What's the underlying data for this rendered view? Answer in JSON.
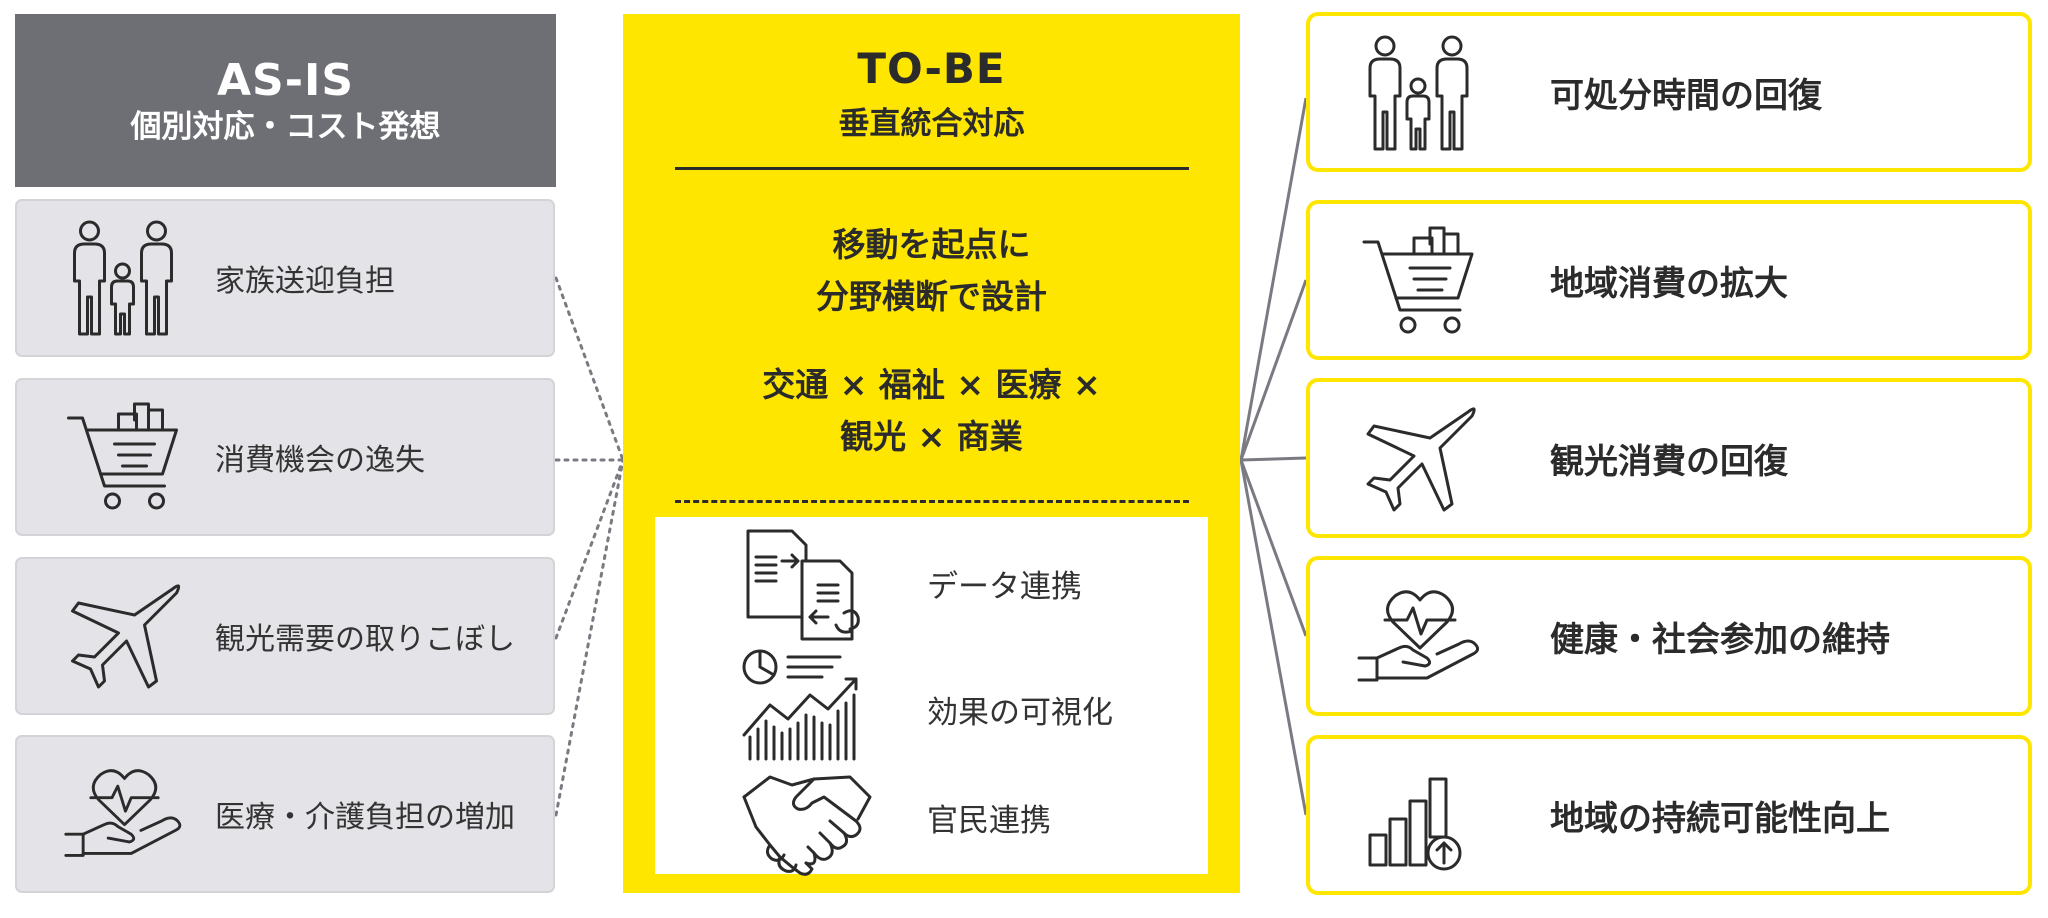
{
  "asis": {
    "title": "AS-IS",
    "subtitle": "個別対応・コスト発想",
    "items": [
      {
        "label": "家族送迎負担",
        "icon": "family-icon"
      },
      {
        "label": "消費機会の逸失",
        "icon": "shopping-cart-icon"
      },
      {
        "label": "観光需要の取りこぼし",
        "icon": "airplane-icon"
      },
      {
        "label": "医療・介護負担の増加",
        "icon": "heart-hand-icon"
      }
    ]
  },
  "tobe": {
    "title": "TO-BE",
    "subtitle": "垂直統合対応",
    "concept_line1": "移動を起点に",
    "concept_line2": "分野横断で設計",
    "fields_line1": "交通 × 福祉 × 医療 ×",
    "fields_line2": "観光 × 商業",
    "enablers": [
      {
        "label": "データ連携",
        "icon": "document-exchange-icon"
      },
      {
        "label": "効果の可視化",
        "icon": "analytics-chart-icon"
      },
      {
        "label": "官民連携",
        "icon": "handshake-icon"
      }
    ]
  },
  "outcomes": [
    {
      "label": "可処分時間の回復",
      "icon": "family-icon"
    },
    {
      "label": "地域消費の拡大",
      "icon": "shopping-cart-icon"
    },
    {
      "label": "観光消費の回復",
      "icon": "airplane-icon"
    },
    {
      "label": "健康・社会参加の維持",
      "icon": "heart-hand-icon"
    },
    {
      "label": "地域の持続可能性向上",
      "icon": "growth-bars-icon"
    }
  ],
  "colors": {
    "accent_yellow": "#ffe600",
    "header_gray": "#6e6f74",
    "card_gray": "#e4e4e8",
    "text_dark": "#2b2b2b",
    "connector_gray": "#7a7a82"
  }
}
